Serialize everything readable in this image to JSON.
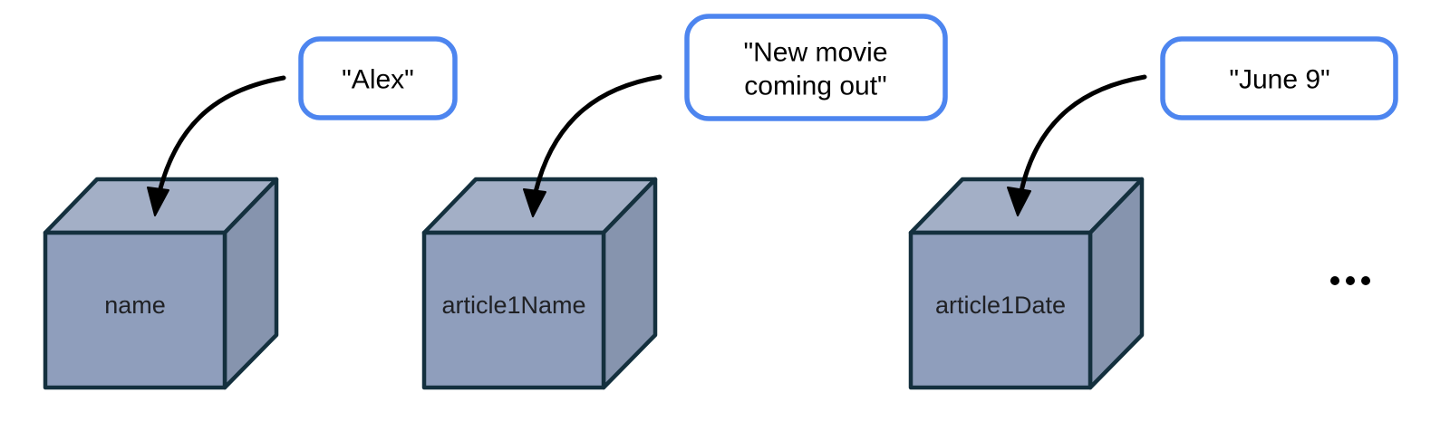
{
  "colors": {
    "background": "#ffffff",
    "cube_top": "#A3AFC6",
    "cube_front": "#8F9EBC",
    "cube_side": "#8694AE",
    "cube_outline": "#14303E",
    "cube_text": "#202124",
    "bubble_border": "#4D85EF",
    "bubble_fill": "#ffffff",
    "bubble_text": "#000000",
    "arrow": "#000000"
  },
  "diagram": {
    "variables": [
      {
        "label": "name",
        "value_lines": [
          "\"Alex\""
        ]
      },
      {
        "label": "article1Name",
        "value_lines": [
          "\"New movie",
          "coming out\""
        ]
      },
      {
        "label": "article1Date",
        "value_lines": [
          "\"June 9\""
        ]
      }
    ],
    "more_indicator": {
      "icon": "ellipsis-icon",
      "dots": 3
    }
  }
}
